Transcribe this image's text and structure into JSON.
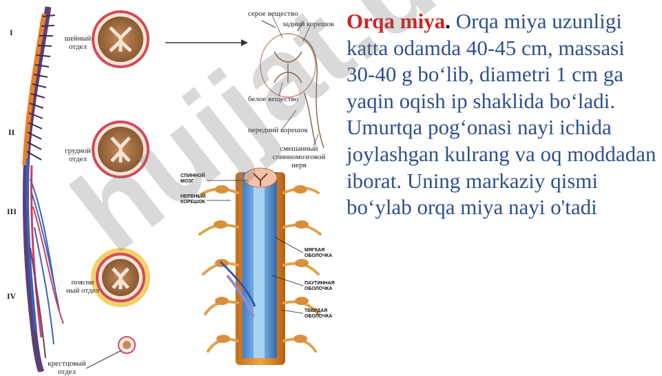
{
  "paragraph": {
    "lead": "Orqa miya",
    "lead_dot": ".",
    "body_text": " Orqa miya uzunligi katta odamda 40-45 cm, massasi 30-40 g bo‘lib, diametri 1 cm ga yaqin oqish ip shaklida bo‘ladi. Umurtqa pog‘onasi nayi ichida joylashgan kulrang va oq moddadan iborat. Uning markaziy qismi bo‘ylab orqa miya nayi o'tadi"
  },
  "figure": {
    "roman_numerals": [
      "I",
      "II",
      "III",
      "IV"
    ],
    "section_labels": {
      "cervical": "шейный\nотдел",
      "thoracic": "грудной\nотдел",
      "lumbar": "поясни\nный отдел",
      "sacral": "крестцовый\nотдел"
    },
    "cross_section_labels": {
      "gray_matter": "серое вещество",
      "dorsal_root": "задний корешок",
      "white_matter": "белое вещество",
      "ventral_root": "передний корешок",
      "mixed_nerve": "смешанный\nспинномозговой нерв"
    },
    "meninges_labels": {
      "spinal_cord": "СПИННОЙ\nМОЗГ",
      "nerve_root": "НЕРВНЫЙ\nКОРЕШОК",
      "pia_mater": "МЯГКАЯ\nОБОЛОЧКА",
      "arachnoid": "ПАУТИННАЯ\nОБОЛОЧКА",
      "dura_mater": "ТВЕРДАЯ\nОБОЛОЧКА"
    }
  },
  "watermark": {
    "text": "hujjat.uz"
  },
  "colors": {
    "lead": "#d32020",
    "body": "#2e4f8f",
    "spine_purple": "#5c3f78",
    "spine_orange": "#e8802a",
    "spine_blue": "#3a62b8",
    "cord_fill": "#a57042",
    "cord_ring": "#d24a5a"
  }
}
